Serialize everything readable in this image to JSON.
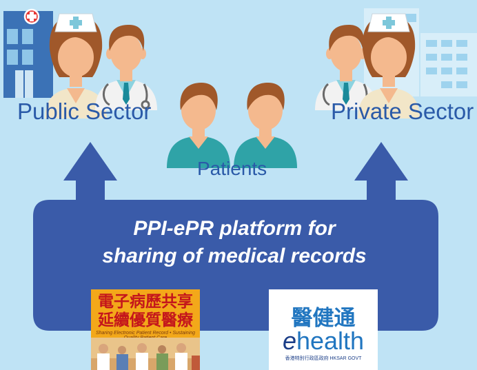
{
  "labels": {
    "public_sector": "Public Sector",
    "private_sector": "Private Sector",
    "patients": "Patients"
  },
  "platform": {
    "line1": "PPI-ePR platform for",
    "line2": "sharing of medical records"
  },
  "logo_ehr": {
    "line1": "電子病歷共享",
    "line2": "延續優質醫療",
    "tagline": "Sharing Electronic Patient Record • Sustaining Quality Patient Care"
  },
  "logo_ehealth": {
    "chinese": "醫健通",
    "english_prefix": "e",
    "english_rest": "health",
    "gov": "香港特別行政區政府 HKSAR GOVT"
  },
  "colors": {
    "background": "#bfe3f5",
    "platform": "#3a5ba9",
    "label_text": "#2a5aa8",
    "uniform": "#2fa3a7"
  },
  "icons": [
    "hospital-icon",
    "doctor-icon",
    "nurse-icon",
    "patient-icon"
  ]
}
